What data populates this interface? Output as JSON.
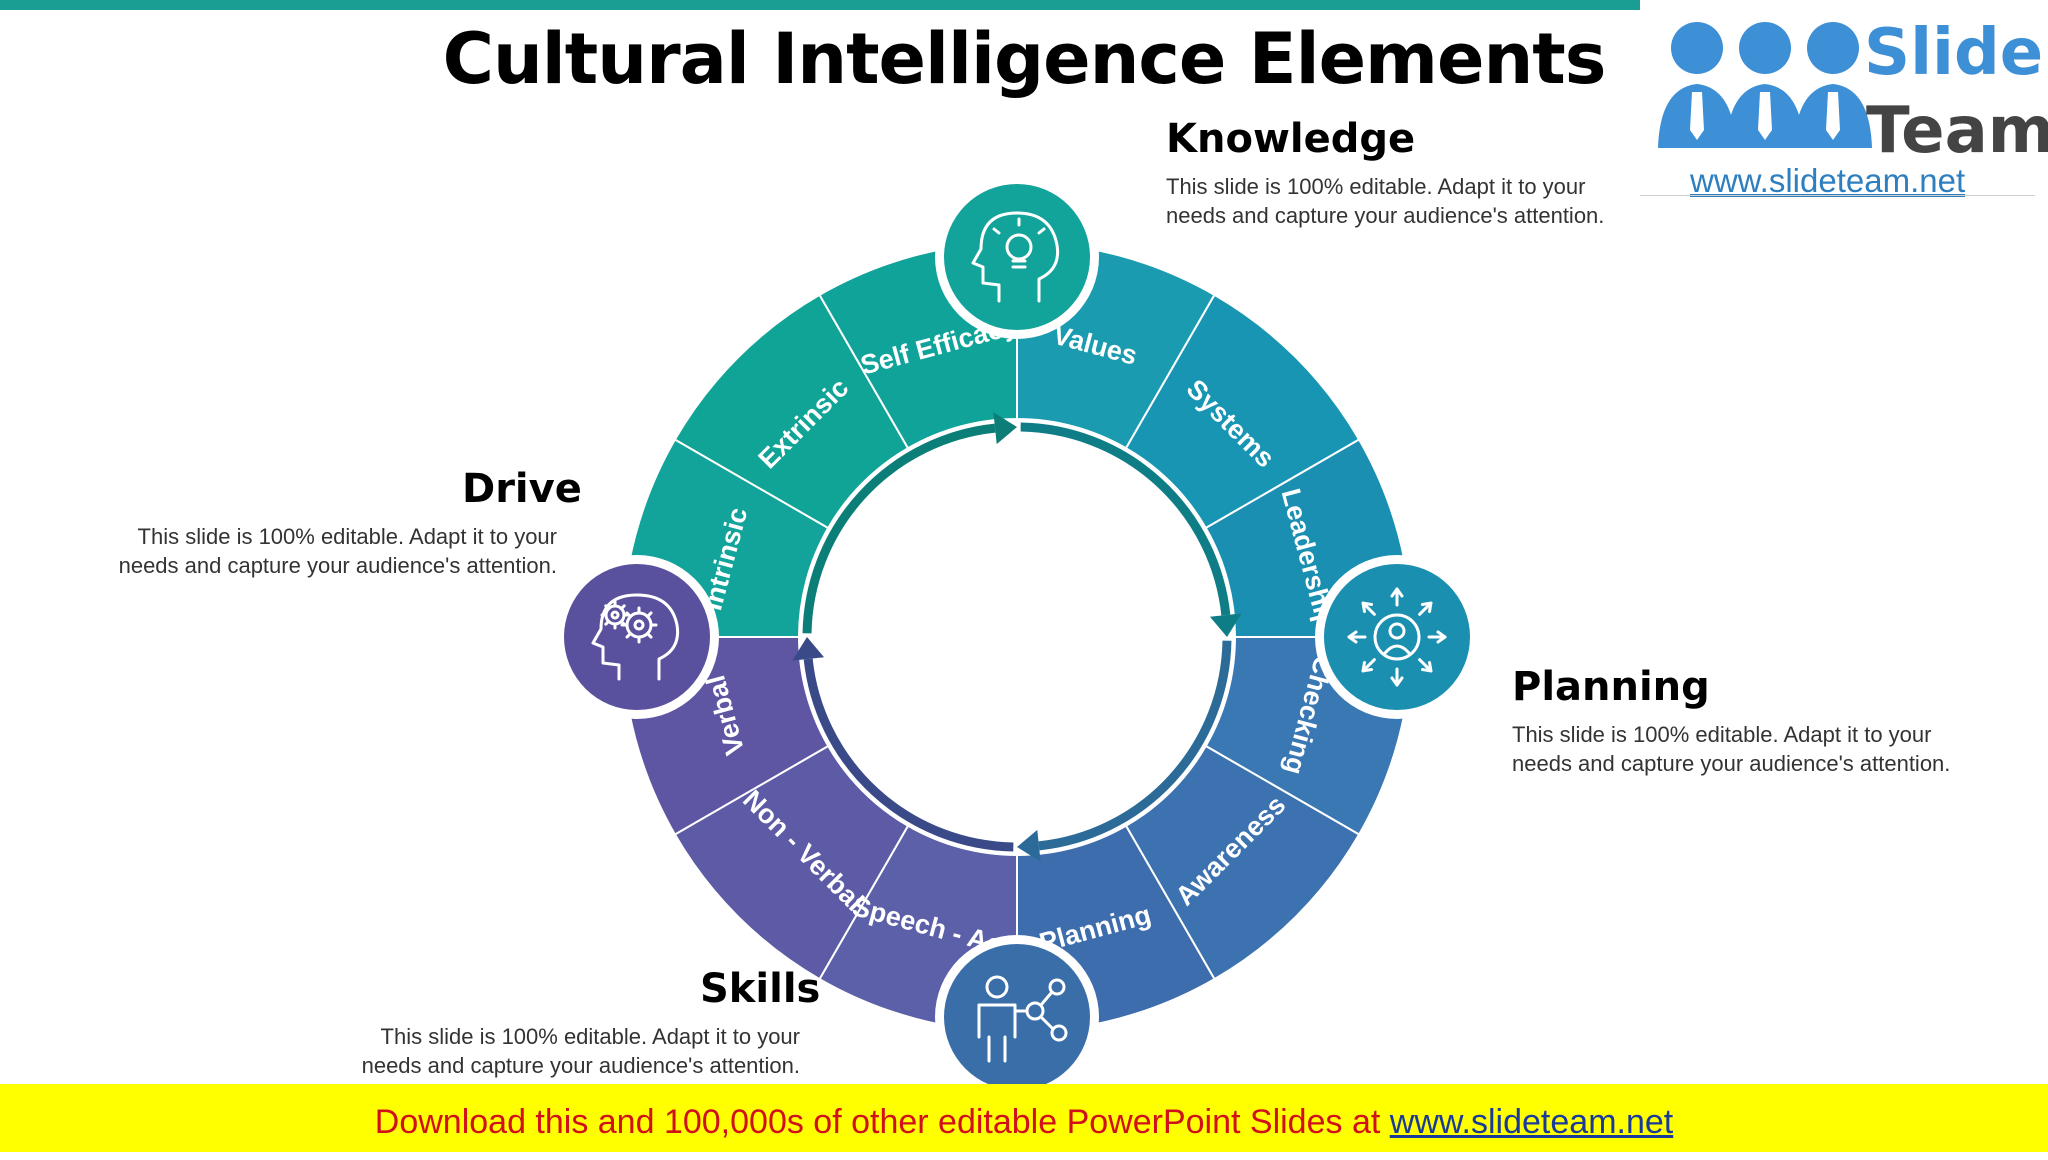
{
  "title": "Cultural Intelligence Elements",
  "logo": {
    "word1": "Slide",
    "word2": "Team",
    "url": "www.slideteam.net"
  },
  "sections": [
    {
      "id": "knowledge",
      "heading": "Knowledge",
      "color": "#12a39a",
      "description_line1": "This slide is 100% editable. Adapt it to your",
      "description_line2": "needs and capture your audience's attention.",
      "icon": "head-lightbulb-icon",
      "segments": [
        "Values",
        "Systems",
        "Leadership"
      ]
    },
    {
      "id": "planning",
      "heading": "Planning",
      "color": "#1b8fb0",
      "description_line1": "This slide is 100% editable. Adapt it to your",
      "description_line2": "needs and capture your audience's attention.",
      "icon": "person-arrows-icon",
      "segments": [
        "Checking",
        "Awareness",
        "Planning"
      ]
    },
    {
      "id": "skills",
      "heading": "Skills",
      "color": "#3a6ea8",
      "description_line1": "This slide is 100% editable. Adapt it to your",
      "description_line2": "needs and capture your audience's attention.",
      "icon": "person-network-icon",
      "segments": [
        "Speech - Acts",
        "Non - Verbal",
        "Verbal"
      ]
    },
    {
      "id": "drive",
      "heading": "Drive",
      "color": "#5a519e",
      "description_line1": "This slide is 100% editable. Adapt it to your",
      "description_line2": "needs and capture your audience's attention.",
      "icon": "head-gears-icon",
      "segments": [
        "Intrinsic",
        "Extrinsic",
        "Self Efficacy"
      ]
    }
  ],
  "footer": {
    "text": "Download this and 100,000s of other editable PowerPoint Slides at ",
    "link": "www.slideteam.net"
  }
}
